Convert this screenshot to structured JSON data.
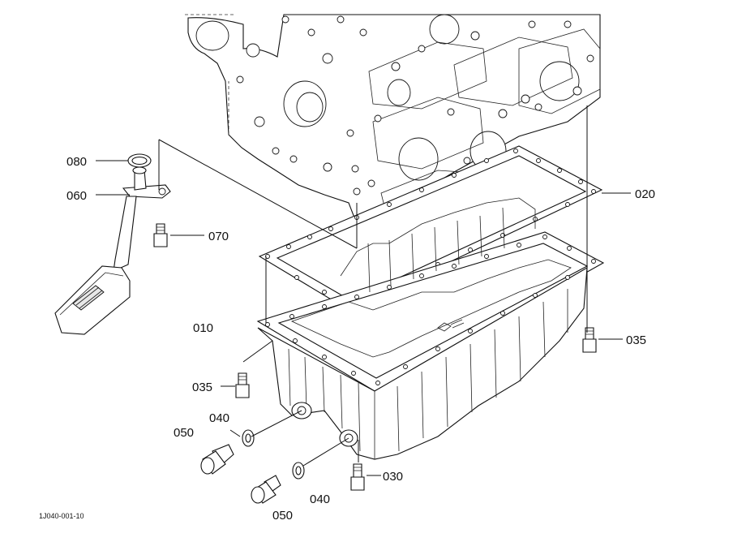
{
  "diagram": {
    "figure_code": "1J040-001-10",
    "callouts": {
      "gasket_label": "020",
      "oil_pan_label": "010",
      "pipe_label": "060",
      "o_ring_label": "080",
      "pipe_bolt_label": "070",
      "right_bolt_label": "035",
      "left_bolt_label": "035",
      "front_plug_label": "050",
      "front_washer_label": "040",
      "rear_plug_label": "050",
      "rear_washer_label": "040",
      "stud_label": "030"
    }
  }
}
